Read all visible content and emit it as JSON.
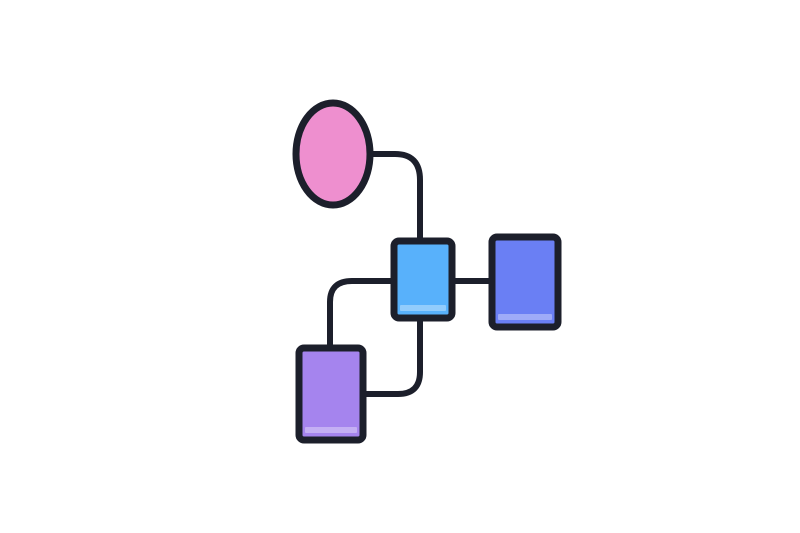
{
  "diagram": {
    "icon_name": "flowchart-icon",
    "colors": {
      "background": "#ffffff",
      "outline": "#1c1f2b",
      "connector": "#1c1f2b",
      "start_node_fill": "#ee8fcf",
      "center_node_fill": "#58b1fb",
      "right_node_fill": "#6a7ff4",
      "bottom_node_fill": "#a584ee",
      "node_highlight": "#ffffff"
    },
    "nodes": [
      {
        "id": "start",
        "shape": "ellipse",
        "color_key": "start_node_fill"
      },
      {
        "id": "center",
        "shape": "rounded-square",
        "color_key": "center_node_fill"
      },
      {
        "id": "right",
        "shape": "rounded-rect",
        "color_key": "right_node_fill"
      },
      {
        "id": "bottom-left",
        "shape": "rounded-rect",
        "color_key": "bottom_node_fill"
      }
    ],
    "edges": [
      {
        "from": "start",
        "to": "center"
      },
      {
        "from": "center",
        "to": "right"
      },
      {
        "from": "center",
        "to": "bottom-left",
        "route": "left-then-down"
      },
      {
        "from": "center",
        "to": "bottom-left",
        "route": "down-then-left"
      }
    ]
  }
}
